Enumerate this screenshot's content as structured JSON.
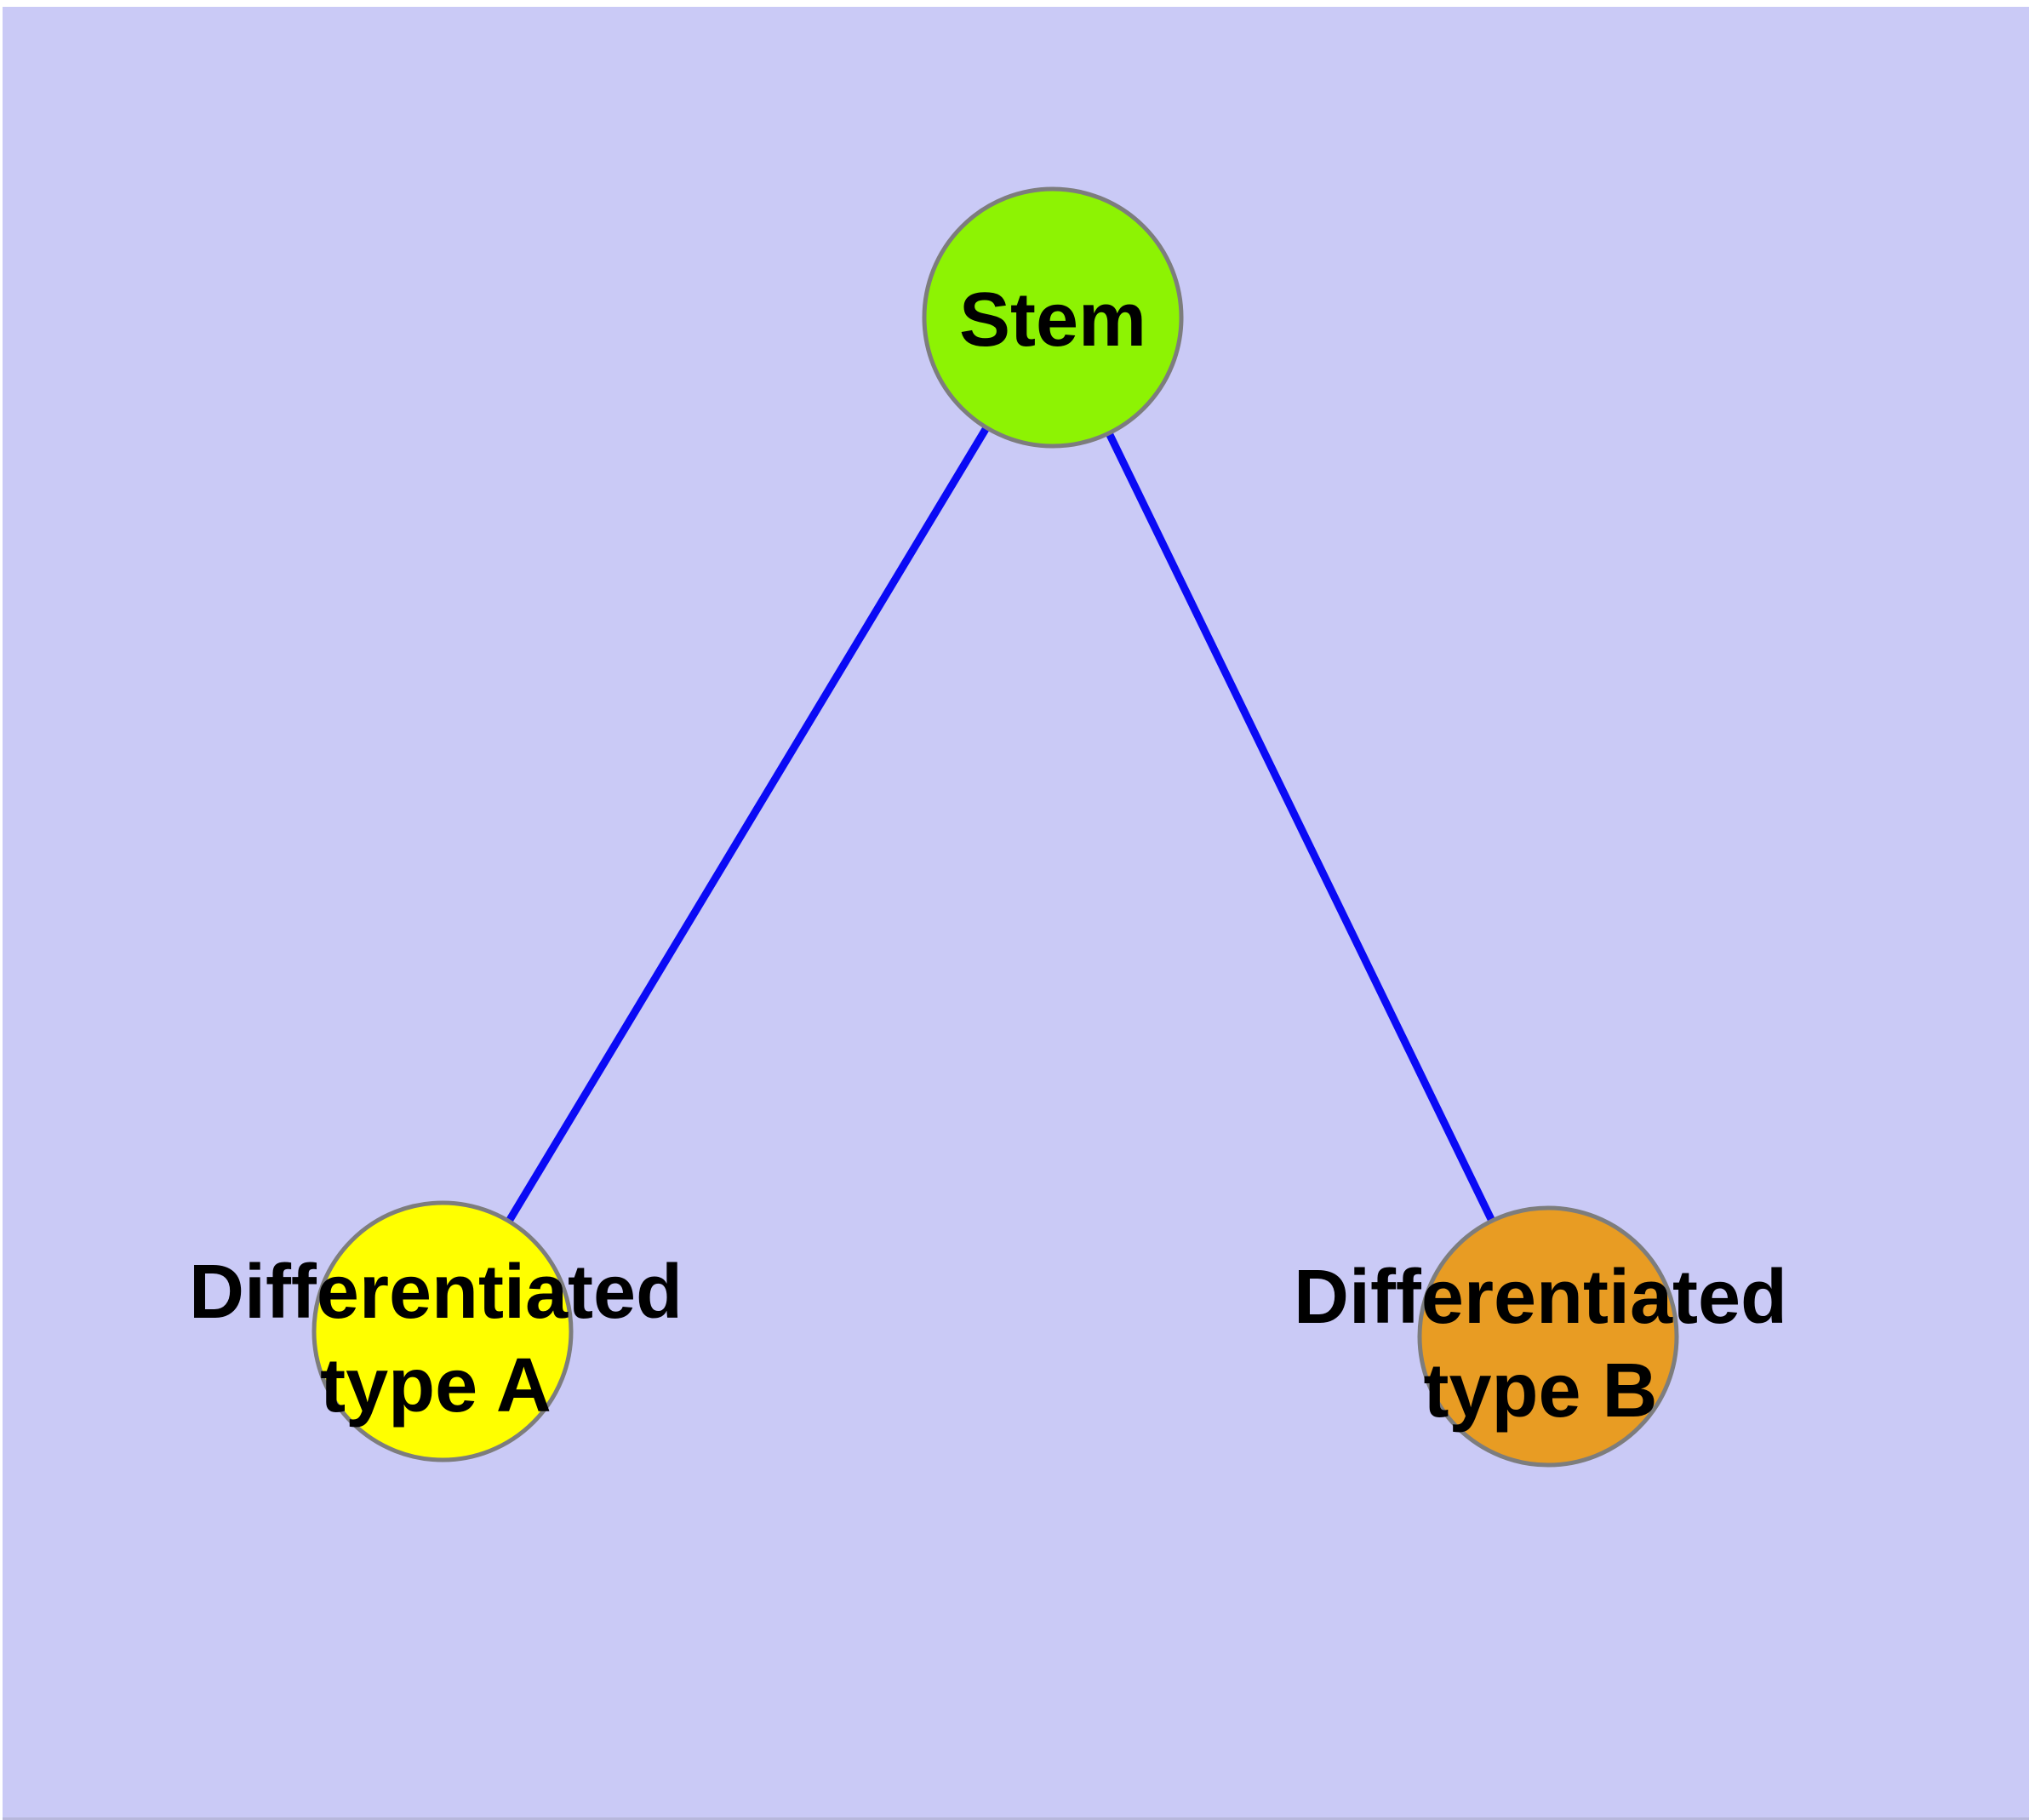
{
  "diagram": {
    "background_color": "#CACAF6",
    "page_margin_color": "#FFFFFF",
    "bottom_edge_color": "#B8B8DC",
    "node_border_color": "#7D7D7D",
    "text_color": "#000000",
    "nodes": [
      {
        "id": "stem",
        "label": "Stem",
        "fill": "#8DF303"
      },
      {
        "id": "differentiated-type-a",
        "label_line1": "Differentiated",
        "label_line2": "type A",
        "fill": "#FFFF00"
      },
      {
        "id": "differentiated-type-b",
        "label_line1": "Differentiated",
        "label_line2": "type B",
        "fill": "#E89C23"
      }
    ],
    "edges": [
      {
        "from": "stem",
        "to": "differentiated-type-a",
        "color": "#0A0AF5"
      },
      {
        "from": "stem",
        "to": "differentiated-type-b",
        "color": "#0A0AF5"
      }
    ]
  }
}
